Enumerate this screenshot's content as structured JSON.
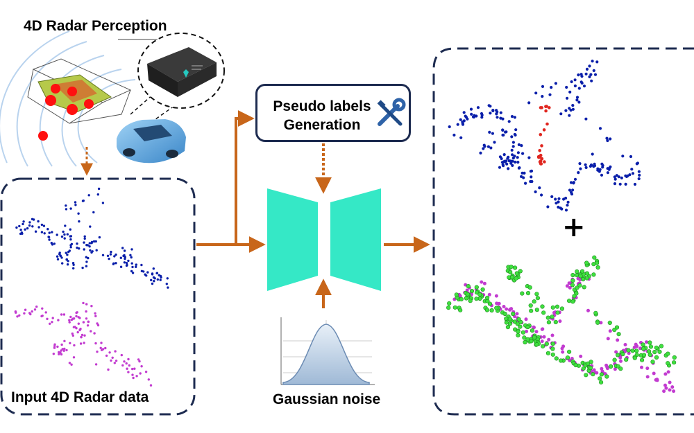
{
  "title": "4D Radar Perception",
  "input_label": "Input 4D Radar data",
  "pseudo_label_line1": "Pseudo labels",
  "pseudo_label_line2": "Generation",
  "noise_label": "Gaussian noise",
  "plus_sign": "+",
  "icons": [
    "radar-sensor-icon",
    "car-icon",
    "wrench-screwdriver-icon",
    "gaussian-curve-icon"
  ],
  "colors": {
    "frame": "#1d2b50",
    "arrow": "#c8661a",
    "network": "#35e8c6",
    "points_blue": "#0a1faa",
    "points_magenta": "#c23bd0",
    "points_green": "#3fe03f",
    "points_red": "#e0261f",
    "detection": "#ff1010"
  }
}
